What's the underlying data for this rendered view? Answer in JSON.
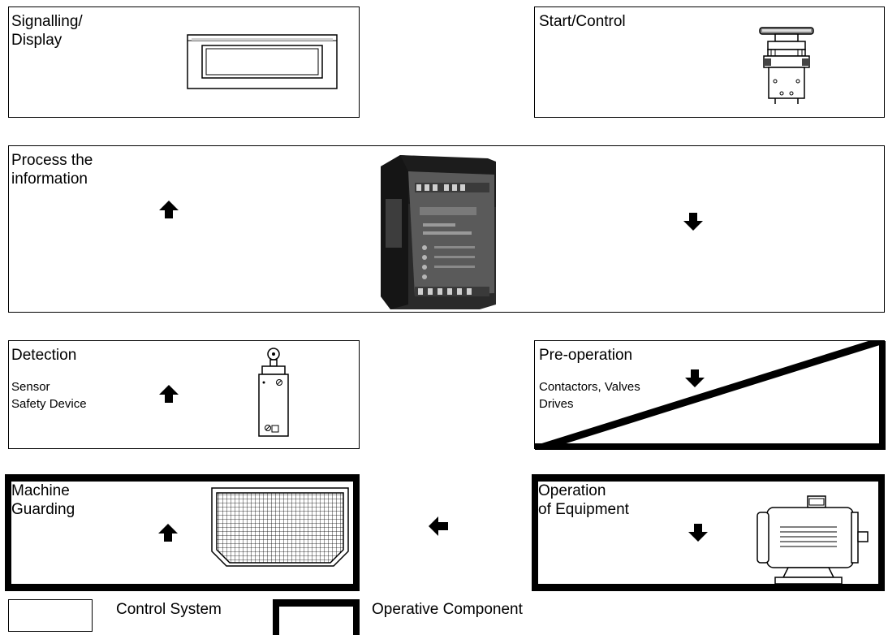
{
  "blocks": {
    "signalling": {
      "title": "Signalling/\nDisplay",
      "icon": "display-panel-icon"
    },
    "start": {
      "title": "Start/Control",
      "icon": "push-button-icon"
    },
    "process": {
      "title": "Process the\ninformation",
      "icon": "safety-relay-module-icon"
    },
    "detection": {
      "title": "Detection",
      "subtitle": "Sensor\nSafety Device",
      "icon": "limit-switch-icon"
    },
    "preoperation": {
      "title": "Pre-operation",
      "subtitle": "Contactors, Valves\nDrives"
    },
    "guarding": {
      "title": "Machine\nGuarding",
      "icon": "guard-mesh-icon"
    },
    "operation": {
      "title": "Operation\nof Equipment",
      "icon": "electric-motor-icon"
    }
  },
  "legend": {
    "control_system": "Control System",
    "operative_component": "Operative Component"
  }
}
